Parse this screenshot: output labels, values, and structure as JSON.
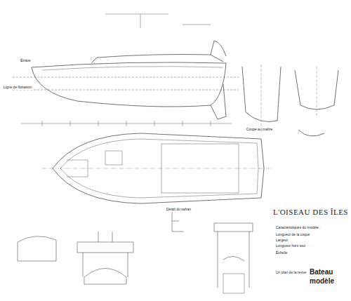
{
  "diagram": {
    "title": "L'OISEAU DES ÎLES",
    "labels": [
      "Ligne de flottaison",
      "Étrave",
      "Coupe au maître",
      "Détail du safran",
      "Caractéristiques du modèle :",
      "Longueur de la coque",
      "Largeur",
      "Longueur hors tout",
      "Échelle",
      "Un plan de la revue",
      "Bateau",
      "modèle"
    ]
  }
}
